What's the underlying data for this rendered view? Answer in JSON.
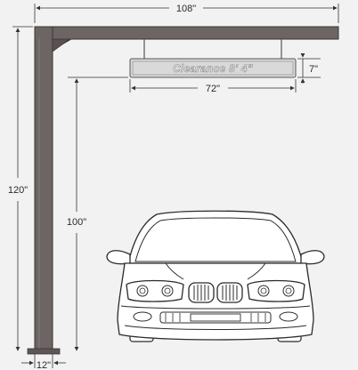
{
  "dimensions": {
    "beam_length": "108\"",
    "post_height": "120\"",
    "clearance_height": "100\"",
    "sign_width": "72\"",
    "sign_height": "7\"",
    "post_width": "12\""
  },
  "sign": {
    "text": "Clearance 8' 4\""
  },
  "colors": {
    "background": "#f3f2f2",
    "steel": "#6d6464",
    "steel_edge": "#3a3434",
    "sign_body": "#d9d9d9"
  }
}
